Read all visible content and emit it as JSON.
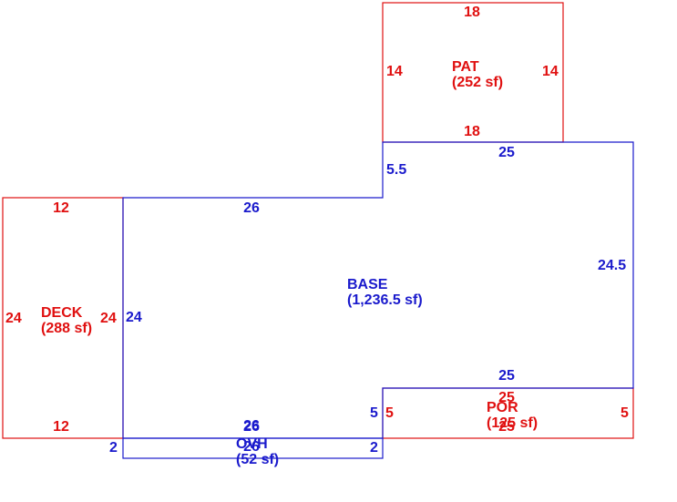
{
  "colors": {
    "exterior_area": "#e01010",
    "living_area": "#1a1acc"
  },
  "areas": {
    "pat": {
      "name": "PAT",
      "area": "(252 sf)"
    },
    "base": {
      "name": "BASE",
      "area": "(1,236.5 sf)"
    },
    "deck": {
      "name": "DECK",
      "area": "(288 sf)"
    },
    "por": {
      "name": "POR",
      "area": "(125 sf)"
    },
    "ovh": {
      "name": "OVH",
      "area": "(52 sf)"
    }
  },
  "dimensions": {
    "pat_top": "18",
    "pat_left": "14",
    "pat_right": "14",
    "pat_bottom": "18",
    "base_top_right": "25",
    "base_step": "5.5",
    "base_top_left": "26",
    "base_right": "24.5",
    "base_left": "24",
    "base_inner_bottom": "25",
    "base_inner_step": "5",
    "base_bottom": "26",
    "deck_top": "12",
    "deck_left": "24",
    "deck_right": "24",
    "deck_bottom": "12",
    "por_top": "25",
    "por_left": "5",
    "por_right": "5",
    "por_bottom": "25",
    "ovh_top": "26",
    "ovh_bottom": "26",
    "ovh_left": "2",
    "ovh_right": "2"
  }
}
